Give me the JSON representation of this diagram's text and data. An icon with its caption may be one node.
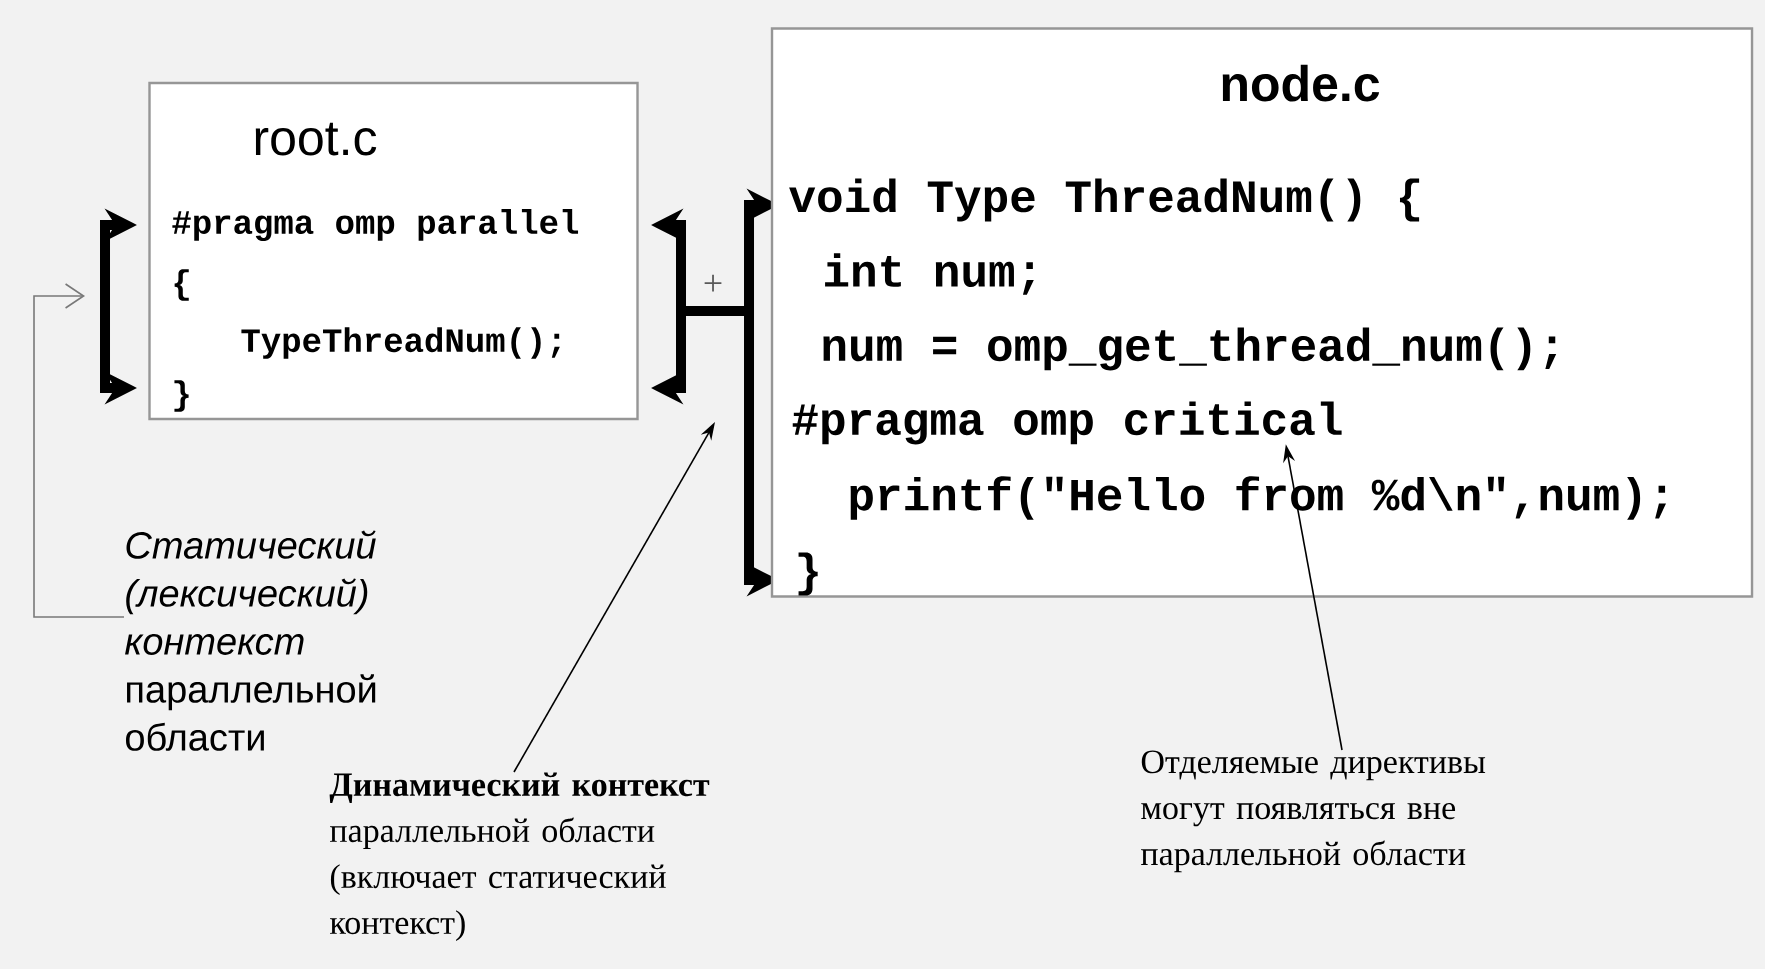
{
  "diagram": {
    "nodes": [
      {
        "text": [
          "root.c",
          "#pragma omp parallel",
          "{",
          "TypeThreadNum();",
          "}"
        ]
      },
      {
        "text": [
          "node.c",
          "void Type ThreadNum() {",
          "int num;",
          "num = omp_get_thread_num();",
          "#pragma omp critical",
          "printf(\"Hello from %d\\n\",num);",
          "}"
        ]
      },
      {
        "text": [
          "*Статический (лексический) контекст* параллельной области"
        ]
      },
      {
        "text": [
          "**Динамический контекст** параллельной области (включает статический контекст)"
        ]
      },
      {
        "text": [
          "Отделяемые директивы могут появляться вне параллельной области"
        ]
      }
    ],
    "edges": [
      {
        "from": 2,
        "to": null,
        "arrow": "to",
        "color": "#787878"
      },
      {
        "from": 3,
        "to": null,
        "arrow": "to"
      },
      {
        "from": 4,
        "to": 1,
        "arrow": "to"
      }
    ],
    "labels": [
      "+"
    ]
  }
}
